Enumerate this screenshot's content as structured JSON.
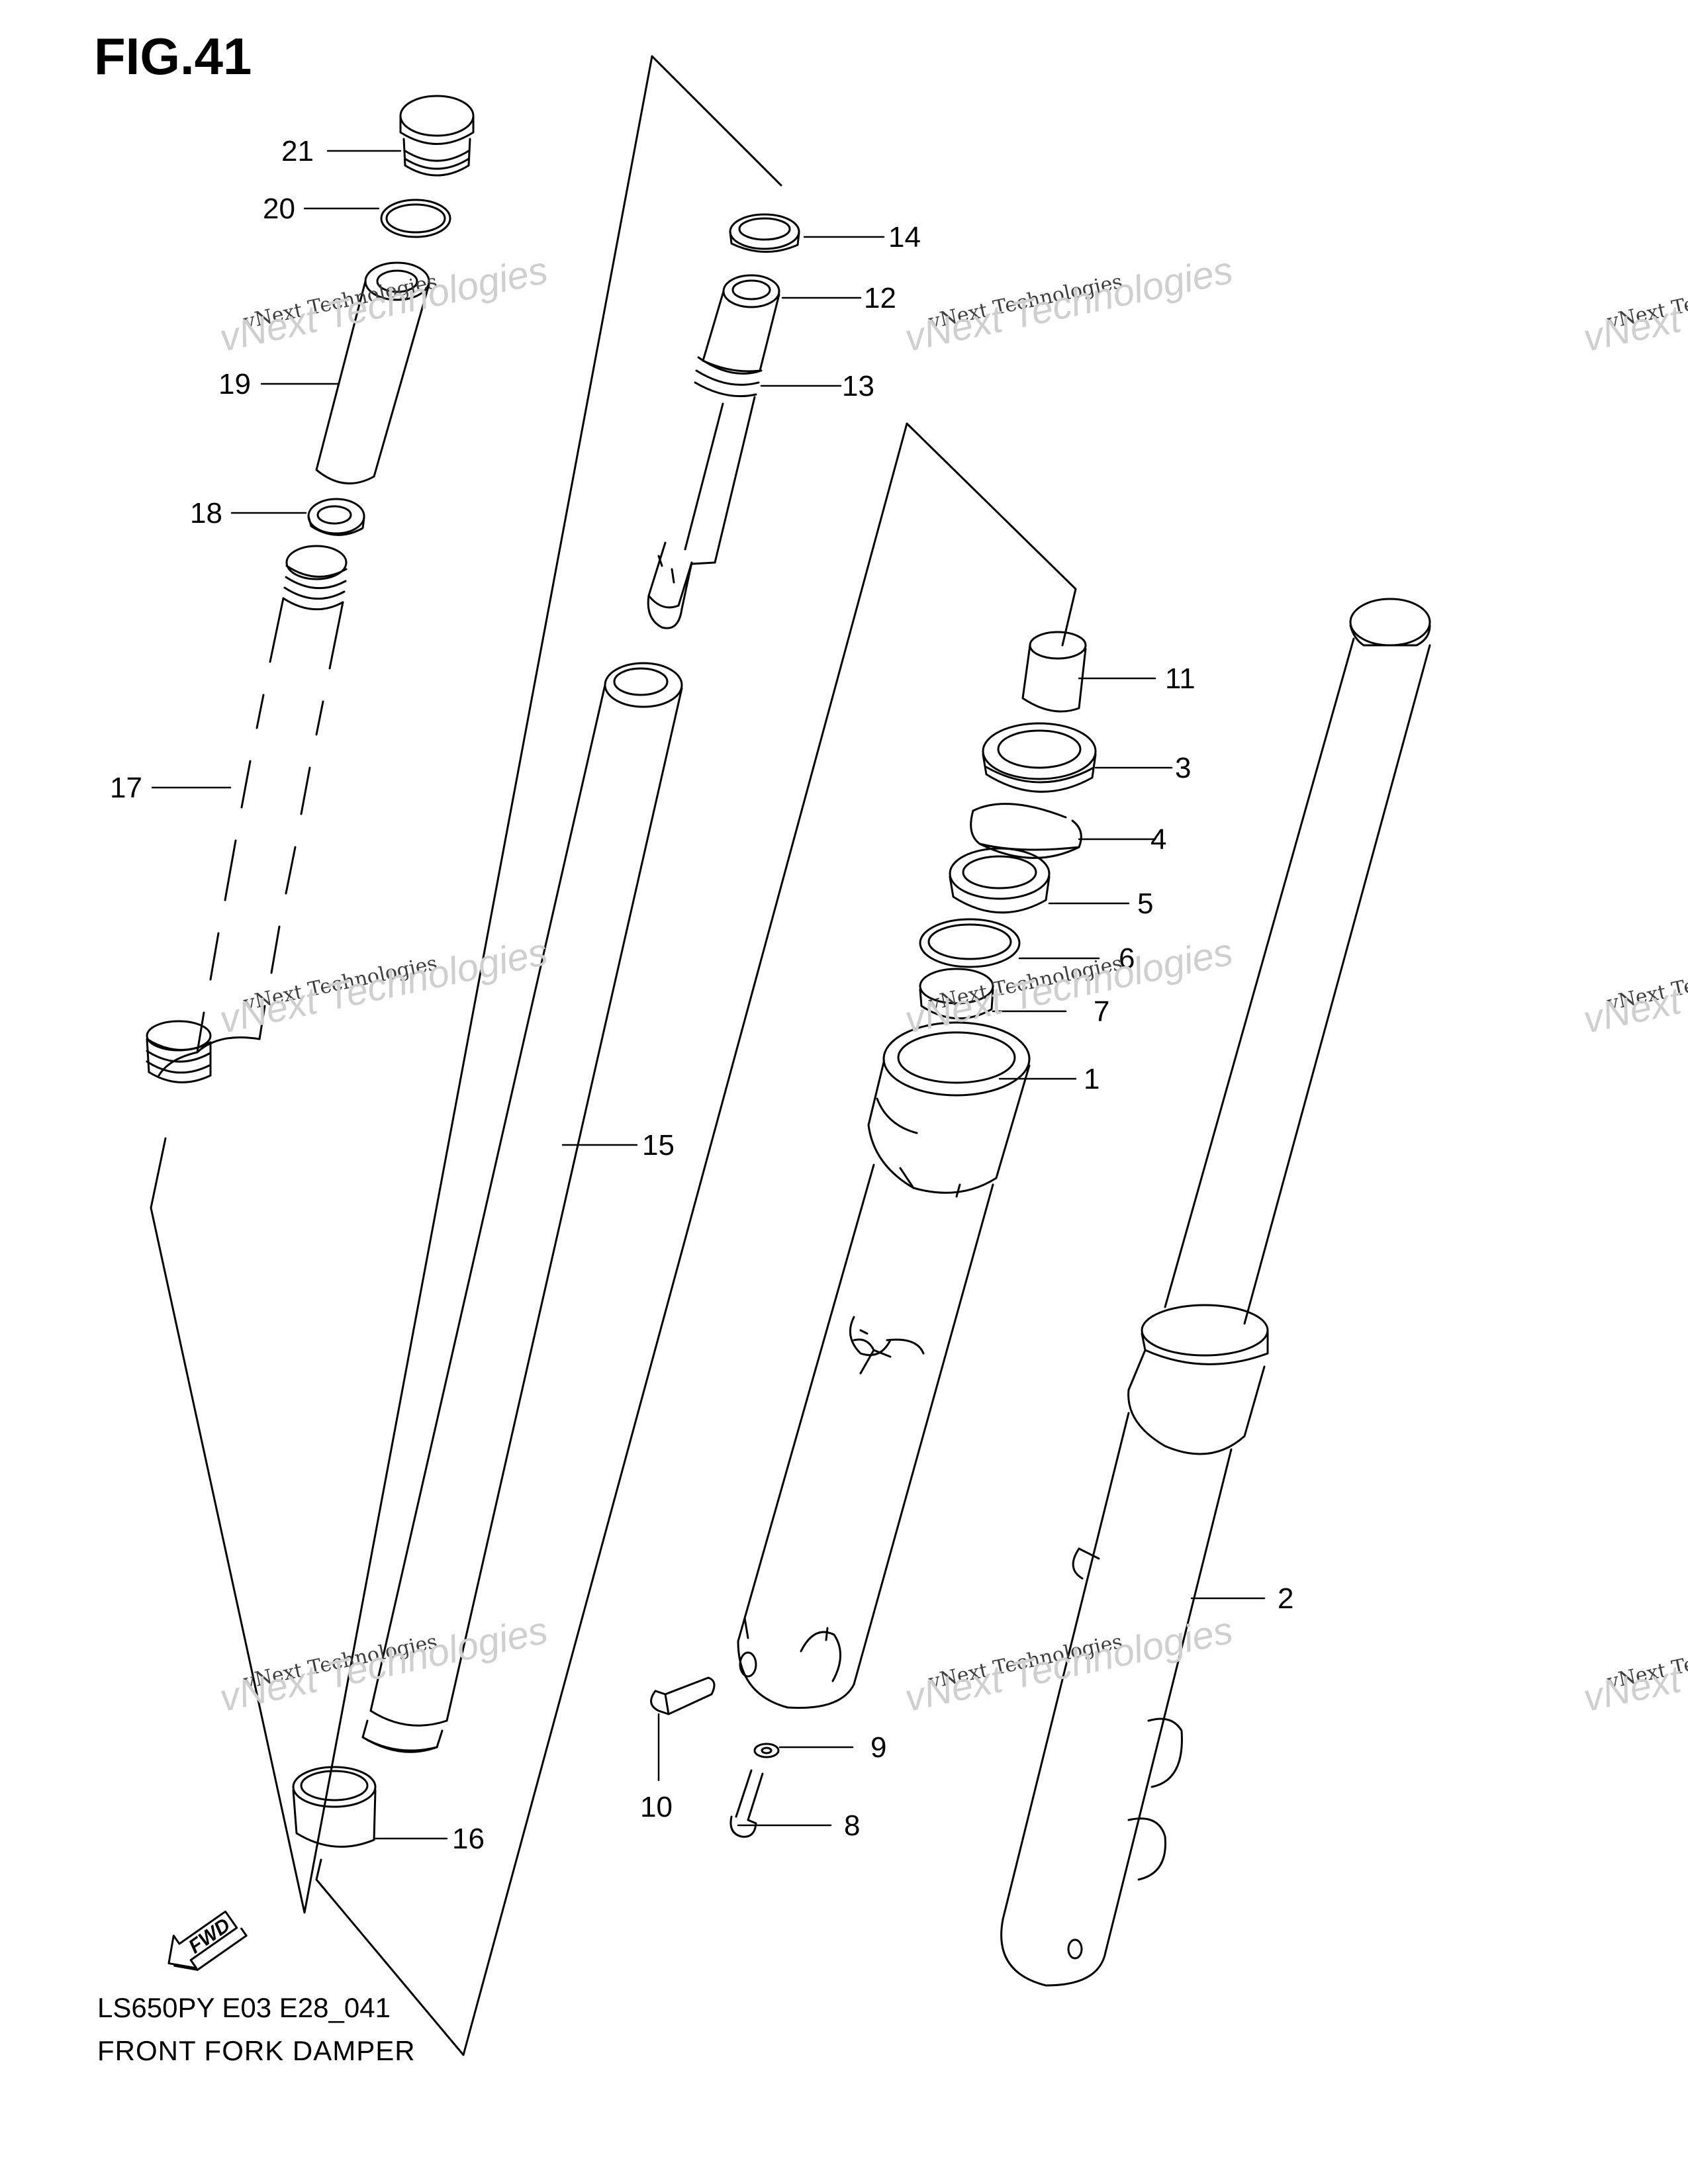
{
  "figure": {
    "title": "FIG.41",
    "model": "LS650PY E03 E28_041",
    "name": "FRONT FORK DAMPER"
  },
  "fwd_label": "FWD",
  "watermark": {
    "line1": "vNext Technologies",
    "line2": "vNext Technologies"
  },
  "callouts": [
    "1",
    "2",
    "3",
    "4",
    "5",
    "6",
    "7",
    "8",
    "9",
    "10",
    "11",
    "12",
    "13",
    "14",
    "15",
    "16",
    "17",
    "18",
    "19",
    "20",
    "21"
  ]
}
